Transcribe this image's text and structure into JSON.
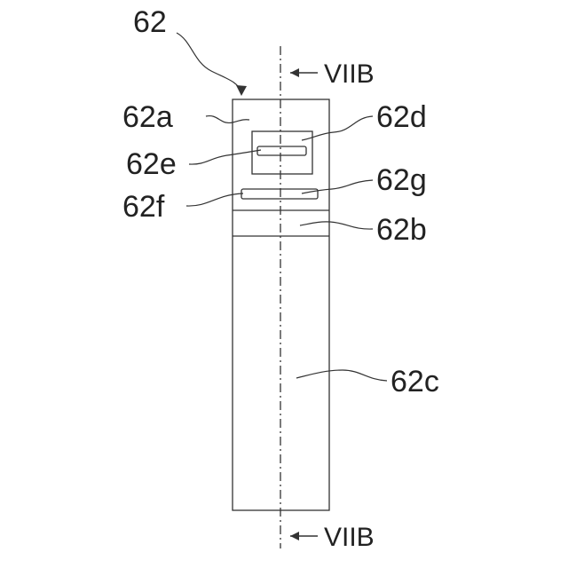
{
  "figure": {
    "labels": {
      "whole": "62",
      "upper": "62a",
      "band": "62b",
      "lower": "62c",
      "window": "62d",
      "slot": "62e",
      "bar": "62f",
      "bar_alt": "62g"
    },
    "section_line": {
      "top_label": "VIIB",
      "bottom_label": "VIIB"
    }
  }
}
